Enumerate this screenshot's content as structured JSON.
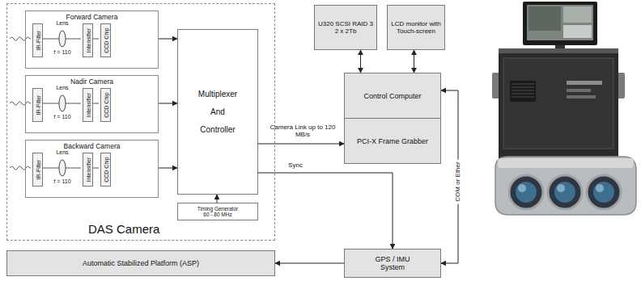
{
  "diagram": {
    "nodes": [
      {
        "text": [
          "DAS Camera"
        ]
      },
      {
        "text": [
          "Forward Camera"
        ],
        "in": 0
      },
      {
        "text": [
          "IR-Filter"
        ],
        "in": 1
      },
      {
        "text": [
          "Intensifier"
        ],
        "in": 1
      },
      {
        "text": [
          "CCD Chip"
        ],
        "in": 1
      },
      {
        "text": [
          "Nadir Camera"
        ],
        "in": 0
      },
      {
        "text": [
          "IR-Filter"
        ],
        "in": 5
      },
      {
        "text": [
          "Intensifier"
        ],
        "in": 5
      },
      {
        "text": [
          "CCD Chip"
        ],
        "in": 5
      },
      {
        "text": [
          "Backward Camera"
        ],
        "in": 0
      },
      {
        "text": [
          "IR-Filter"
        ],
        "in": 9
      },
      {
        "text": [
          "Intensifier"
        ],
        "in": 9
      },
      {
        "text": [
          "CCD Chip"
        ],
        "in": 9
      },
      {
        "text": [
          "Multiplexer And Controller"
        ],
        "in": 0
      },
      {
        "text": [
          "Timing Generator",
          "60 - 80 MHz"
        ],
        "in": 0
      },
      {
        "text": [
          "U320 SCSI RAID 3",
          "2 x 2Tb"
        ]
      },
      {
        "text": [
          "LCD monitor with Touch-screen"
        ]
      },
      {
        "text": [
          "Control Computer",
          "PCI-X Frame Grabber"
        ]
      },
      {
        "text": [
          "Automatic Stabilized Platform (ASP)"
        ]
      },
      {
        "text": [
          "GPS / IMU System"
        ]
      }
    ],
    "edges": [
      {
        "from": 1,
        "to": 13,
        "arrow": "to"
      },
      {
        "from": 5,
        "to": 13,
        "arrow": "to"
      },
      {
        "from": 9,
        "to": 13,
        "arrow": "to"
      },
      {
        "from": 14,
        "to": 13,
        "arrow": "to"
      },
      {
        "from": 13,
        "to": 17,
        "label": "Camera Link up to 120 MB/s",
        "arrow": "to"
      },
      {
        "from": 13,
        "to": 19,
        "label": "Sync",
        "arrow": "to"
      },
      {
        "from": 15,
        "to": 17,
        "arrow": "both"
      },
      {
        "from": 16,
        "to": 17,
        "arrow": "both"
      },
      {
        "from": 17,
        "to": 19,
        "label": "COM or Ether",
        "arrow": "both"
      },
      {
        "from": 19,
        "to": 18,
        "arrow": "to"
      }
    ],
    "labels": [
      "Lens",
      "f = 110",
      "Lens",
      "f = 110",
      "Lens",
      "f = 110"
    ]
  }
}
